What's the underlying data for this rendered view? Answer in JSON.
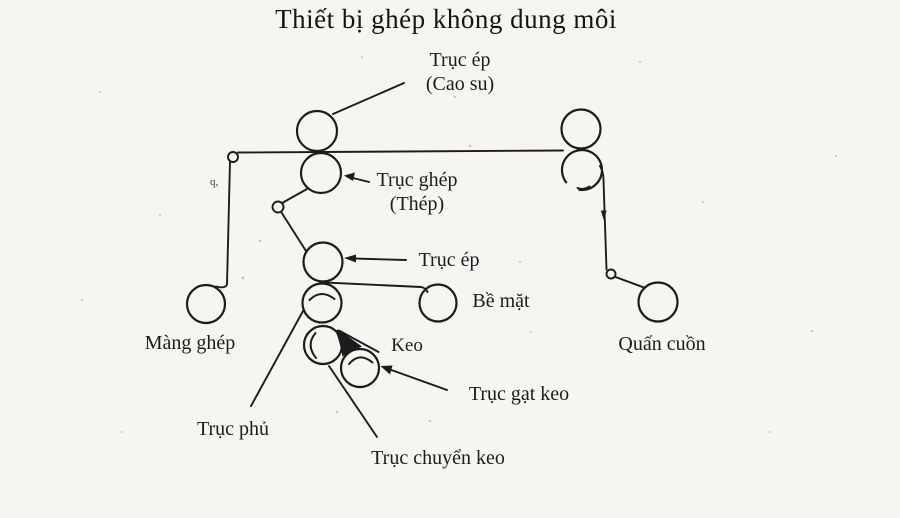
{
  "title": "Thiết bị ghép không dung môi",
  "labels": {
    "press_rubber": {
      "line1": "Trục ép",
      "line2": "(Cao su)"
    },
    "laminating_steel": {
      "line1": "Trục ghép",
      "line2": "(Thép)"
    },
    "press_mid": "Trục ép",
    "surface": "Bề mặt",
    "glue": "Keo",
    "film": "Màng ghép",
    "rewind": "Quấn cuồn",
    "doctor_roller": "Trục gạt keo",
    "coating_roller": "Trục phủ",
    "transfer_roller": "Trục chuyển keo",
    "stray_mark": "q,"
  },
  "colors": {
    "ink": "#1c1c1c",
    "paper": "#f7f5f1"
  }
}
